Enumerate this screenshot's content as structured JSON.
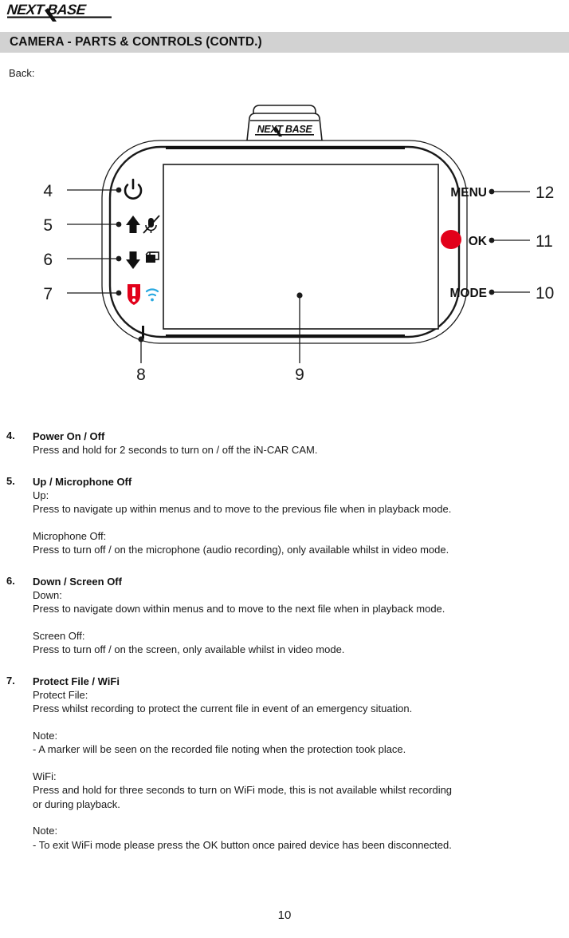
{
  "brand": {
    "logo_text": "NEXTBASE",
    "logo_name": "nextbase-logo"
  },
  "header": {
    "title": "CAMERA - PARTS & CONTROLS (CONTD.)"
  },
  "intro": {
    "label": "Back:"
  },
  "diagram": {
    "name": "camera-back-diagram",
    "mount_logo_text": "NEXTBASE",
    "callouts_left": [
      {
        "number": "4",
        "icon": "power-icon"
      },
      {
        "number": "5",
        "icon": "up-arrow-icon",
        "secondary_icon": "microphone-off-icon"
      },
      {
        "number": "6",
        "icon": "down-arrow-icon",
        "secondary_icon": "screen-off-icon"
      },
      {
        "number": "7",
        "icon": "protect-file-icon",
        "secondary_icon": "wifi-icon"
      }
    ],
    "callouts_right": [
      {
        "number": "12",
        "label": "MENU"
      },
      {
        "number": "11",
        "label": "OK"
      },
      {
        "number": "10",
        "label": "MODE"
      }
    ],
    "callouts_bottom": [
      {
        "number": "8"
      },
      {
        "number": "9"
      }
    ],
    "colors": {
      "protect_red": "#e2001a",
      "ok_button_red": "#e2001a",
      "wifi_blue": "#29a8e0",
      "outline": "#1a1a1a"
    }
  },
  "entries": [
    {
      "number": "4.",
      "title": "Power On / Off",
      "lines": [
        {
          "text": "Press and hold for 2 seconds to turn on / off the iN-CAR CAM.",
          "gap": false
        }
      ]
    },
    {
      "number": "5.",
      "title": "Up / Microphone Off",
      "lines": [
        {
          "text": "Up:",
          "gap": false
        },
        {
          "text": "Press to navigate up within menus and to move to the previous file when in playback mode.",
          "gap": false
        },
        {
          "text": "Microphone Off:",
          "gap": true
        },
        {
          "text": "Press to turn off / on the microphone (audio recording), only available whilst in video mode.",
          "gap": false
        }
      ]
    },
    {
      "number": "6.",
      "title": "Down / Screen Off",
      "lines": [
        {
          "text": "Down:",
          "gap": false
        },
        {
          "text": "Press to navigate down within menus and to move to the next file when in playback mode.",
          "gap": false
        },
        {
          "text": "Screen Off:",
          "gap": true
        },
        {
          "text": "Press to turn off / on the screen, only available whilst in video mode.",
          "gap": false
        }
      ]
    },
    {
      "number": "7.",
      "title": "Protect File / WiFi",
      "lines": [
        {
          "text": "Protect File:",
          "gap": false
        },
        {
          "text": "Press whilst recording to protect the current file in event of an emergency situation.",
          "gap": false
        },
        {
          "text": "Note:",
          "gap": true
        },
        {
          "text": "- A marker will be seen on the recorded file noting when the protection took place.",
          "gap": false
        },
        {
          "text": "WiFi:",
          "gap": true
        },
        {
          "text": "Press and hold for three seconds to turn on WiFi mode, this is not available whilst recording",
          "gap": false
        },
        {
          "text": "or during playback.",
          "gap": false
        },
        {
          "text": "Note:",
          "gap": true
        },
        {
          "text": "- To exit WiFi mode please press the OK button once paired device has been disconnected.",
          "gap": false
        }
      ]
    }
  ],
  "footer": {
    "page_number": "10"
  }
}
